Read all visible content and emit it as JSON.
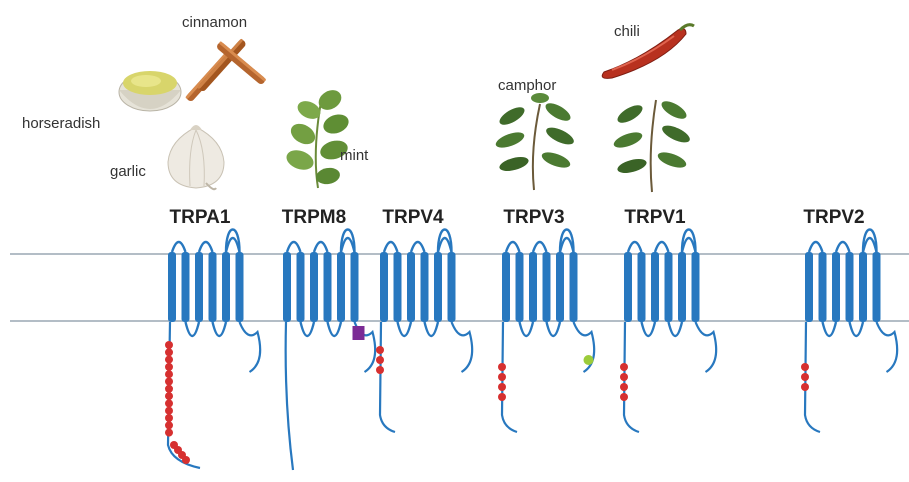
{
  "colors": {
    "channel": "#2878bf",
    "residue_marker": "#d63030",
    "purple_marker": "#7b2b95",
    "green_marker": "#9ccc3a",
    "membrane": "#9aa7b4",
    "label": "#222222"
  },
  "spices": [
    {
      "id": "cinnamon",
      "label": "cinnamon",
      "icon": "cinnamon-sticks-icon"
    },
    {
      "id": "horseradish",
      "label": "horseradish",
      "icon": "horseradish-bowl-icon"
    },
    {
      "id": "garlic",
      "label": "garlic",
      "icon": "garlic-bulb-icon"
    },
    {
      "id": "mint",
      "label": "mint",
      "icon": "mint-sprig-icon"
    },
    {
      "id": "camphor",
      "label": "camphor",
      "icon": "camphor-leaves-icon"
    },
    {
      "id": "chili",
      "label": "chili",
      "icon": "chili-pepper-icon"
    }
  ],
  "channels": [
    {
      "id": "trpa1",
      "name": "TRPA1",
      "red_markers": 17,
      "tail": "long"
    },
    {
      "id": "trpm8",
      "name": "TRPM8",
      "red_markers": 0,
      "tail": "long",
      "extra_marker": "purple"
    },
    {
      "id": "trpv4",
      "name": "TRPV4",
      "red_markers": 3,
      "tail": "short"
    },
    {
      "id": "trpv3",
      "name": "TRPV3",
      "red_markers": 4,
      "tail": "short",
      "extra_marker": "green"
    },
    {
      "id": "trpv1",
      "name": "TRPV1",
      "red_markers": 4,
      "tail": "short"
    },
    {
      "id": "trpv2",
      "name": "TRPV2",
      "red_markers": 3,
      "tail": "short"
    }
  ]
}
